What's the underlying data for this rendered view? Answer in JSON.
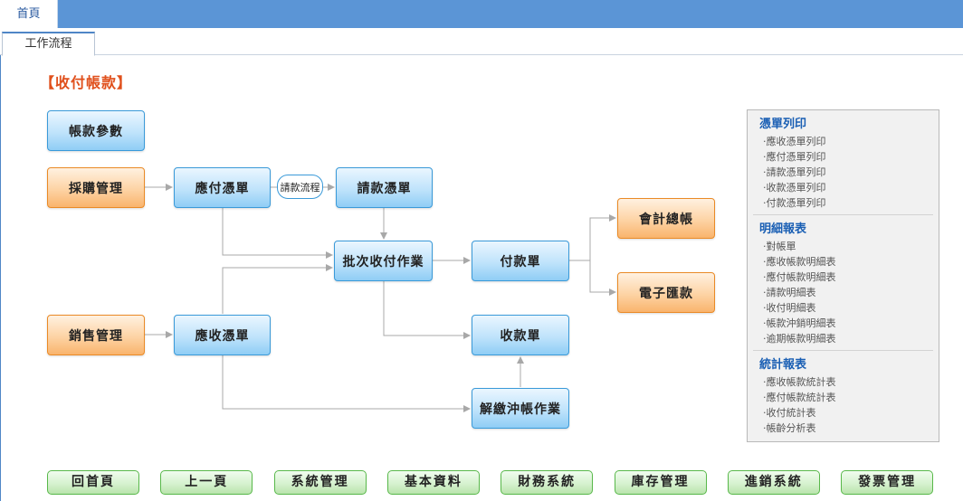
{
  "top_tab": {
    "label": "首頁"
  },
  "sub_tab": {
    "label": "工作流程"
  },
  "section_title": "【收付帳款】",
  "flow": {
    "params": "帳款參數",
    "purchase": "採購管理",
    "payable": "應付憑單",
    "request_flow": "請款流程",
    "request_voucher": "請款憑單",
    "batch": "批次收付作業",
    "payment": "付款單",
    "ledger": "會計總帳",
    "transfer": "電子匯款",
    "sales": "銷售管理",
    "receivable": "應收憑單",
    "receipt": "收款單",
    "offset": "解繳沖帳作業"
  },
  "colors": {
    "accent_blue": "#5b95d6",
    "title_orange": "#e0501c",
    "link_blue": "#1a5fb4"
  },
  "panel": {
    "groups": [
      {
        "title": "憑單列印",
        "items": [
          "‧應收憑單列印",
          "‧應付憑單列印",
          "‧請款憑單列印",
          "‧收款憑單列印",
          "‧付款憑單列印"
        ]
      },
      {
        "title": "明細報表",
        "items": [
          "‧對帳單",
          "‧應收帳款明細表",
          "‧應付帳款明細表",
          "‧請款明細表",
          "‧收付明細表",
          "‧帳款沖銷明細表",
          "‧逾期帳款明細表"
        ]
      },
      {
        "title": "統計報表",
        "items": [
          "‧應收帳款統計表",
          "‧應付帳款統計表",
          "‧收付統計表",
          "‧帳齡分析表"
        ]
      }
    ]
  },
  "bottom_nav": [
    "回首頁",
    "上一頁",
    "系統管理",
    "基本資料",
    "財務系統",
    "庫存管理",
    "進銷系統",
    "發票管理"
  ]
}
